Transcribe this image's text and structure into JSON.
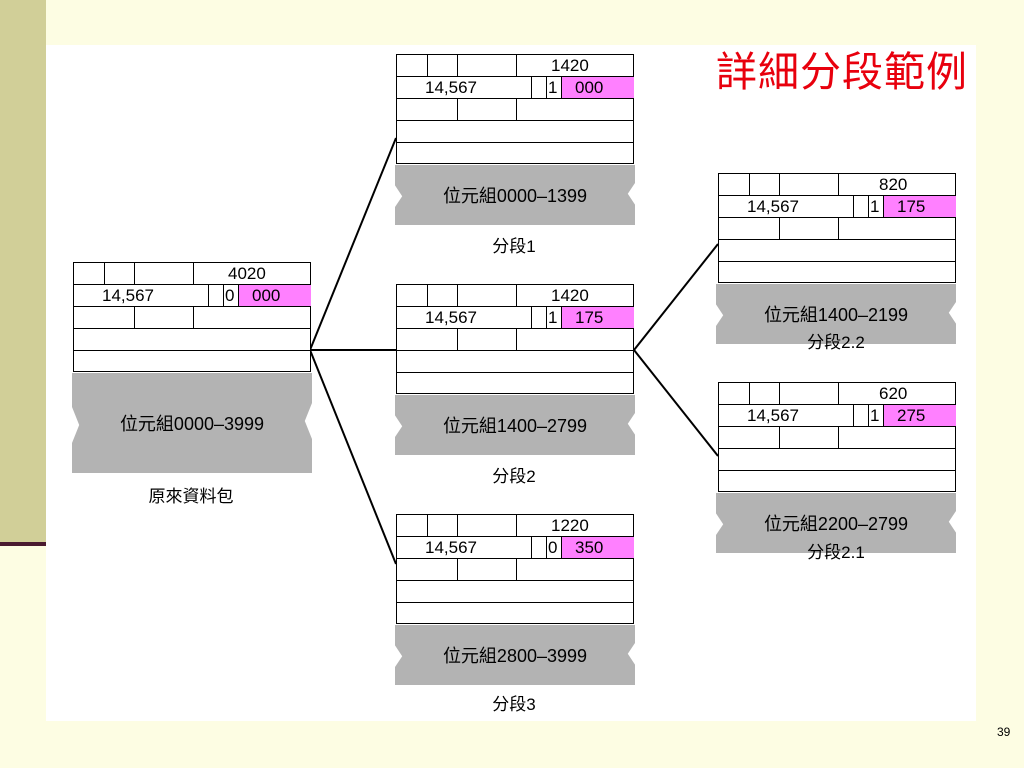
{
  "title": "詳細分段範例",
  "page_number": "39",
  "packets": [
    {
      "id": "original",
      "total_length": "4020",
      "identification": "14,567",
      "mf_flag": "0",
      "offset": "000",
      "payload": "位元組0000–3999",
      "caption": "原來資料包"
    },
    {
      "id": "fragment-1",
      "total_length": "1420",
      "identification": "14,567",
      "mf_flag": "1",
      "offset": "000",
      "payload": "位元組0000–1399",
      "caption": "分段1"
    },
    {
      "id": "fragment-2",
      "total_length": "1420",
      "identification": "14,567",
      "mf_flag": "1",
      "offset": "175",
      "payload": "位元組1400–2799",
      "caption": "分段2"
    },
    {
      "id": "fragment-3",
      "total_length": "1220",
      "identification": "14,567",
      "mf_flag": "0",
      "offset": "350",
      "payload": "位元組2800–3999",
      "caption": "分段3"
    },
    {
      "id": "fragment-2-2",
      "total_length": "820",
      "identification": "14,567",
      "mf_flag": "1",
      "offset": "175",
      "payload": "位元組1400–2199",
      "caption": "分段2.2"
    },
    {
      "id": "fragment-2-1",
      "total_length": "620",
      "identification": "14,567",
      "mf_flag": "1",
      "offset": "275",
      "payload": "位元組2200–2799",
      "caption": "分段2.1"
    }
  ],
  "colors": {
    "offset_highlight": "#ff80ff",
    "payload_fill": "#b3b3b3",
    "title": "#e8000d"
  }
}
